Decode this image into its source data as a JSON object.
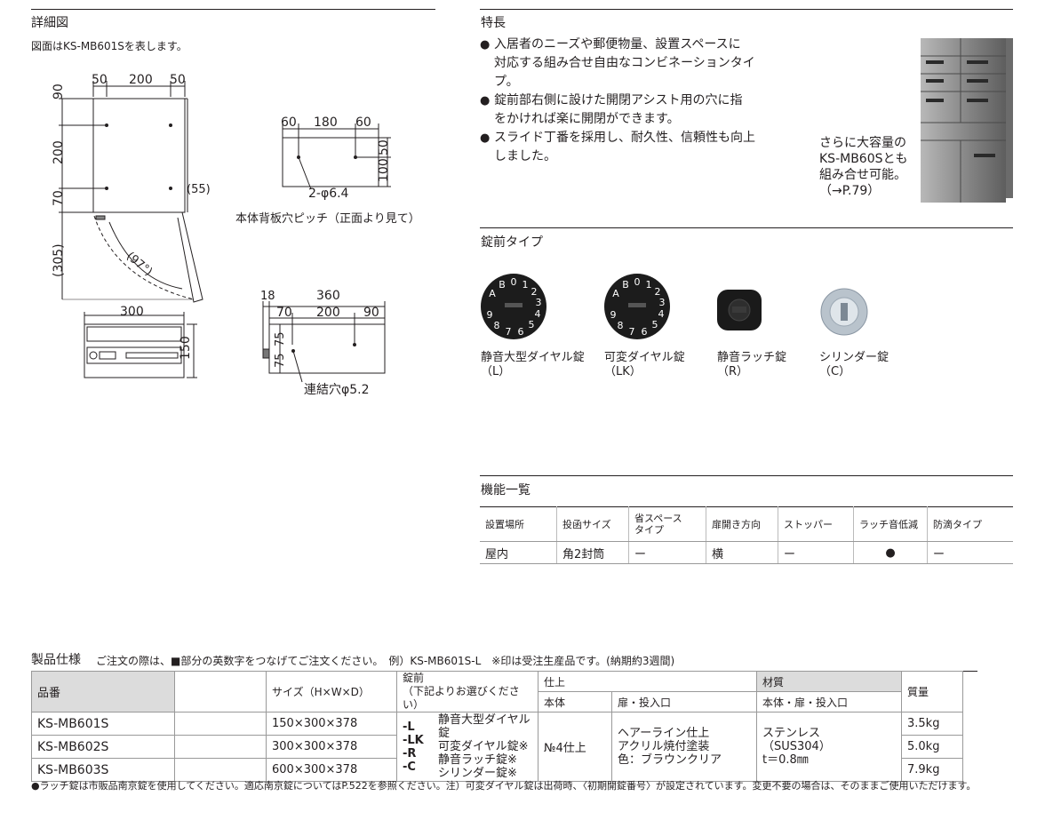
{
  "detail": {
    "title": "詳細図",
    "note": "図面はKS-MB601Sを表します。",
    "front_dims": {
      "top1": "50",
      "top2": "200",
      "top3": "50",
      "left1": "90",
      "left2": "200",
      "left3": "70",
      "left4": "(305)",
      "right1": "(55)",
      "angle": "(97°)"
    },
    "bottom_dims": {
      "width": "300",
      "height": "150"
    },
    "back_dims": {
      "d1": "60",
      "d2": "180",
      "d3": "60",
      "h1": "50",
      "h2": "100",
      "hole": "2-φ6.4",
      "caption": "本体背板穴ピッチ（正面より見て）"
    },
    "side_dims": {
      "d0": "18",
      "d1": "360",
      "d2": "70",
      "d3": "200",
      "d4": "90",
      "v1": "75",
      "v2": "75",
      "hole": "連結穴φ5.2"
    }
  },
  "features": {
    "title": "特長",
    "items": [
      [
        "入居者のニーズや郵便物量、設置スペースに",
        "対応する組み合せ自由なコンビネーションタイ",
        "プ。"
      ],
      [
        "錠前部右側に設けた開閉アシスト用の穴に指",
        "をかければ楽に開閉ができます。"
      ],
      [
        "スライド丁番を採用し、耐久性、信頼性も向上",
        "しました。"
      ]
    ],
    "note": [
      "さらに大容量の",
      "KS-MB60Sとも",
      "組み合せ可能。",
      "（→P.79）"
    ]
  },
  "locks": {
    "title": "錠前タイプ",
    "items": [
      {
        "name": "静音大型ダイヤル錠",
        "code": "（L）"
      },
      {
        "name": "可変ダイヤル錠",
        "code": "（LK）"
      },
      {
        "name": "静音ラッチ錠",
        "code": "（R）"
      },
      {
        "name": "シリンダー錠",
        "code": "（C）"
      }
    ]
  },
  "functions": {
    "title": "機能一覧",
    "headers": [
      "設置場所",
      "投函サイズ",
      "省スペース\nタイプ",
      "扉開き方向",
      "ストッパー",
      "ラッチ音低減",
      "防滴タイプ"
    ],
    "row": [
      "屋内",
      "角2封筒",
      "ー",
      "横",
      "ー",
      "●",
      "ー"
    ]
  },
  "spec": {
    "title": "製品仕様",
    "subtitle": "ご注文の際は、■部分の英数字をつなげてご注文ください。　例）KS-MB601S-L　※印は受注生産品です。(納期約3週間)",
    "h_model": "品番",
    "h_size": "サイズ（H×W×D）",
    "h_lock": "錠前",
    "h_lock_sub": "（下記よりお選びください）",
    "h_finish": "仕上",
    "h_body": "本体",
    "h_door": "扉・投入口",
    "h_material": "材質",
    "h_material_sub": "本体・扉・投入口",
    "h_weight": "質量",
    "rows": [
      {
        "model": "KS-MB601S",
        "size": "150×300×378",
        "weight": "3.5kg"
      },
      {
        "model": "KS-MB602S",
        "size": "300×300×378",
        "weight": "5.0kg"
      },
      {
        "model": "KS-MB603S",
        "size": "600×300×378",
        "weight": "7.9kg"
      }
    ],
    "lock_codes": [
      "-L",
      "-LK",
      "-R",
      "-C"
    ],
    "lock_names": [
      "静音大型ダイヤル錠",
      "可変ダイヤル錠※",
      "静音ラッチ錠※",
      "シリンダー錠※"
    ],
    "finish_body": "№4仕上",
    "finish_door": [
      "ヘアーライン仕上",
      "アクリル焼付塗装",
      "色：ブラウンクリア"
    ],
    "material": [
      "ステンレス",
      "（SUS304）",
      "t＝0.8㎜"
    ],
    "footnote": "●ラッチ錠は市販品南京錠を使用してください。適応南京錠についてはP.522を参照ください。注）可変ダイヤル錠は出荷時、〈初期開錠番号〉が設定されています。変更不要の場合は、そのままご使用いただけます。"
  }
}
